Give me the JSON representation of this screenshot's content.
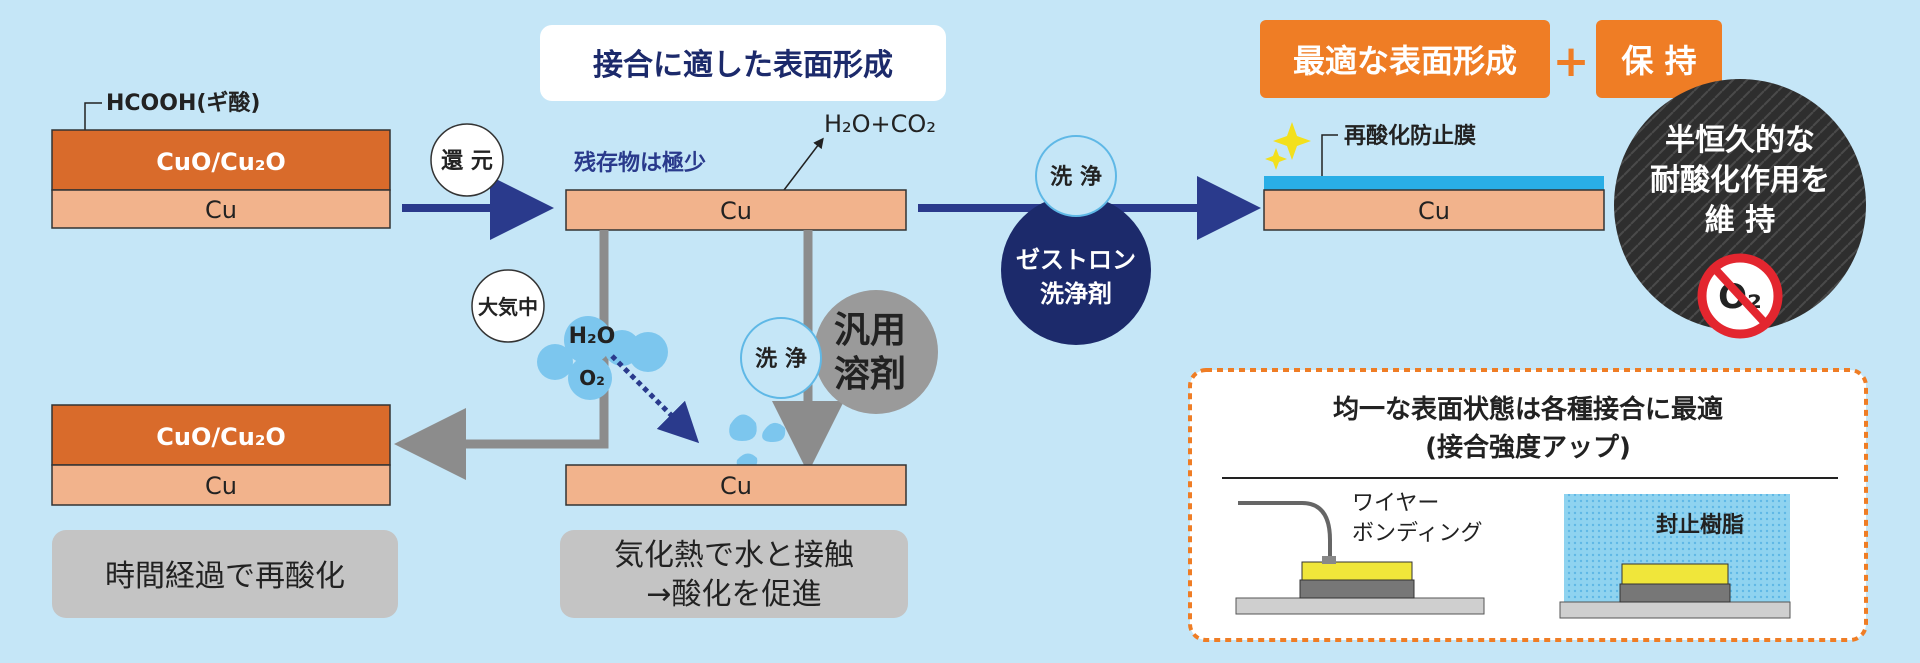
{
  "title_bonding": "接合に適した表面形成",
  "formic_label": "HCOOH(ギ酸)",
  "layer_oxide": "CuO/Cu₂O",
  "layer_cu": "Cu",
  "reduction_label": "還 元",
  "residue_label": "残存物は極少",
  "byproduct_label": "H₂O+CO₂",
  "wash_label": "洗 浄",
  "zestron_label_line1": "ゼストロン",
  "zestron_label_line2": "洗浄剤",
  "atmosphere_label": "大気中",
  "h2o_label": "H₂O",
  "o2_label": "O₂",
  "generic_solvent_line1": "汎用",
  "generic_solvent_line2": "溶剤",
  "reoxidation_caption": "時間経過で再酸化",
  "evaporation_caption_line1": "気化熱で水と接触",
  "evaporation_caption_line2": "→酸化を促進",
  "optimal_surface_label": "最適な表面形成",
  "plus_sign": "+",
  "retention_label": "保 持",
  "reox_film_label": "再酸化防止膜",
  "semi_permanent_line1": "半恒久的な",
  "semi_permanent_line2": "耐酸化作用を",
  "semi_permanent_line3": "維 持",
  "no_o2_label": "O₂",
  "benefit_title_line1": "均一な表面状態は各種接合に最適",
  "benefit_title_line2": "(接合強度アップ)",
  "wire_bonding_line1": "ワイヤー",
  "wire_bonding_line2": "ボンディング",
  "encapsulation_label": "封止樹脂",
  "colors": {
    "background": "#c5e6f7",
    "oxide": "#d96b2b",
    "copper": "#f2b38c",
    "arrow_blue": "#2a3a8c",
    "navy": "#1c2a6b",
    "orange_accent": "#ef7d25",
    "gray": "#9a9a9a",
    "film_blue": "#29aee6"
  }
}
